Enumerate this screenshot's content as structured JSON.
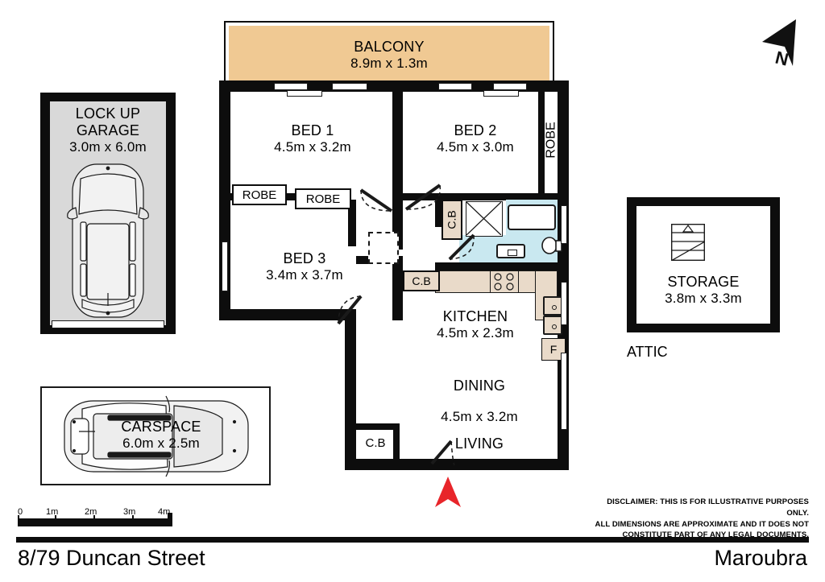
{
  "footer": {
    "address": "8/79 Duncan Street",
    "suburb": "Maroubra"
  },
  "disclaimer": {
    "line1": "DISCLAIMER: THIS IS FOR ILLUSTRATIVE PURPOSES ONLY.",
    "line2": "ALL DIMENSIONS ARE APPROXIMATE AND IT DOES NOT",
    "line3": "CONSTITUTE PART OF ANY LEGAL DOCUMENTS."
  },
  "scale_bar": {
    "ticks": [
      "0",
      "1m",
      "2m",
      "3m",
      "4m"
    ]
  },
  "compass": {
    "label": "N"
  },
  "rooms": {
    "balcony": {
      "name": "BALCONY",
      "dim": "8.9m x 1.3m"
    },
    "bed1": {
      "name": "BED 1",
      "dim": "4.5m x 3.2m"
    },
    "bed2": {
      "name": "BED 2",
      "dim": "4.5m x 3.0m"
    },
    "bed3": {
      "name": "BED 3",
      "dim": "3.4m x 3.7m"
    },
    "kitchen": {
      "name": "KITCHEN",
      "dim": "4.5m x 2.3m"
    },
    "dining": {
      "name": "DINING",
      "dim": "4.5m x 3.2m"
    },
    "living": {
      "name": "LIVING",
      "dim": ""
    },
    "garage": {
      "name_line1": "LOCK UP",
      "name_line2": "GARAGE",
      "dim": "3.0m x 6.0m"
    },
    "carspace": {
      "name": "CARSPACE",
      "dim": "6.0m x 2.5m"
    },
    "storage": {
      "name": "STORAGE",
      "dim": "3.8m x 3.3m"
    },
    "attic": {
      "name": "ATTIC"
    }
  },
  "labels": {
    "robe_bed2": "ROBE",
    "robe_bed1_left": "ROBE",
    "robe_bed1_right": "ROBE",
    "cb_bath": "C.B",
    "cb_kitchen": "C.B",
    "cb_living": "C.B",
    "fridge": "F"
  },
  "colors": {
    "wall": "#0d0d0d",
    "balcony_fill": "#f0c993",
    "wet_area_fill": "#c9e8f0",
    "cabinet_fill": "#e9dac9",
    "garage_fill": "#d9d9d9",
    "entry_arrow": "#e8252a",
    "paper": "#ffffff"
  }
}
